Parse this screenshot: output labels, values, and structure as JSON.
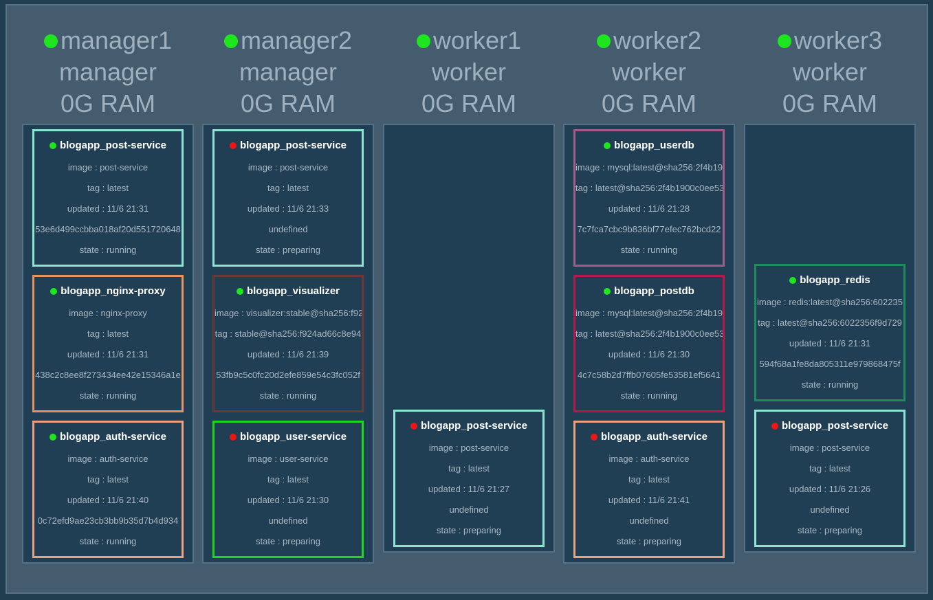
{
  "nodes": [
    {
      "name": "manager1",
      "role": "manager",
      "ram": "0G RAM",
      "tasks": [
        {
          "name": "blogapp_post-service",
          "status": "green",
          "color": "#8ee6d2",
          "lines": [
            "image : post-service",
            "tag : latest",
            "updated : 11/6 21:31",
            "53e6d499ccbba018af20d551720648",
            "state : running"
          ]
        },
        {
          "name": "blogapp_nginx-proxy",
          "status": "green",
          "color": "#e8935f",
          "lines": [
            "image : nginx-proxy",
            "tag : latest",
            "updated : 11/6 21:31",
            "438c2c8ee8f273434ee42e15346a1e",
            "state : running"
          ]
        },
        {
          "name": "blogapp_auth-service",
          "status": "green",
          "color": "#eba080",
          "lines": [
            "image : auth-service",
            "tag : latest",
            "updated : 11/6 21:40",
            "0c72efd9ae23cb3bb9b35d7b4d934",
            "state : running"
          ]
        }
      ]
    },
    {
      "name": "manager2",
      "role": "manager",
      "ram": "0G RAM",
      "tasks": [
        {
          "name": "blogapp_post-service",
          "status": "red",
          "color": "#8ee6d2",
          "lines": [
            "image : post-service",
            "tag : latest",
            "updated : 11/6 21:33",
            "undefined",
            "state : preparing"
          ]
        },
        {
          "name": "blogapp_visualizer",
          "status": "green",
          "color": "#6b3a36",
          "lines": [
            "image : visualizer:stable@sha256:f92",
            "tag : stable@sha256:f924ad66c8e94",
            "updated : 11/6 21:39",
            "53fb9c5c0fc20d2efe859e54c3fc052f",
            "state : running"
          ]
        },
        {
          "name": "blogapp_user-service",
          "status": "red",
          "color": "#1ed61e",
          "lines": [
            "image : user-service",
            "tag : latest",
            "updated : 11/6 21:30",
            "undefined",
            "state : preparing"
          ]
        }
      ]
    },
    {
      "name": "worker1",
      "role": "worker",
      "ram": "0G RAM",
      "tasks": [
        {
          "name": "blogapp_post-service",
          "status": "red",
          "color": "#8ee6d2",
          "lines": [
            "image : post-service",
            "tag : latest",
            "updated : 11/6 21:27",
            "undefined",
            "state : preparing"
          ]
        }
      ]
    },
    {
      "name": "worker2",
      "role": "worker",
      "ram": "0G RAM",
      "tasks": [
        {
          "name": "blogapp_userdb",
          "status": "green",
          "color": "#a55a8c",
          "lines": [
            "image : mysql:latest@sha256:2f4b19",
            "tag : latest@sha256:2f4b1900c0ee53",
            "updated : 11/6 21:28",
            "7c7fca7cbc9b836bf77efec762bcd22",
            "state : running"
          ]
        },
        {
          "name": "blogapp_postdb",
          "status": "green",
          "color": "#b8184a",
          "lines": [
            "image : mysql:latest@sha256:2f4b19",
            "tag : latest@sha256:2f4b1900c0ee53",
            "updated : 11/6 21:30",
            "4c7c58b2d7ffb07605fe53581ef5641",
            "state : running"
          ]
        },
        {
          "name": "blogapp_auth-service",
          "status": "red",
          "color": "#eba080",
          "lines": [
            "image : auth-service",
            "tag : latest",
            "updated : 11/6 21:41",
            "undefined",
            "state : preparing"
          ]
        }
      ]
    },
    {
      "name": "worker3",
      "role": "worker",
      "ram": "0G RAM",
      "tasks": [
        {
          "name": "blogapp_redis",
          "status": "green",
          "color": "#1e8c5a",
          "lines": [
            "image : redis:latest@sha256:602235",
            "tag : latest@sha256:6022356f9d729",
            "updated : 11/6 21:31",
            "594f68a1fe8da805311e979868475f",
            "state : running"
          ]
        },
        {
          "name": "blogapp_post-service",
          "status": "red",
          "color": "#8ee6d2",
          "lines": [
            "image : post-service",
            "tag : latest",
            "updated : 11/6 21:26",
            "undefined",
            "state : preparing"
          ]
        }
      ]
    }
  ]
}
